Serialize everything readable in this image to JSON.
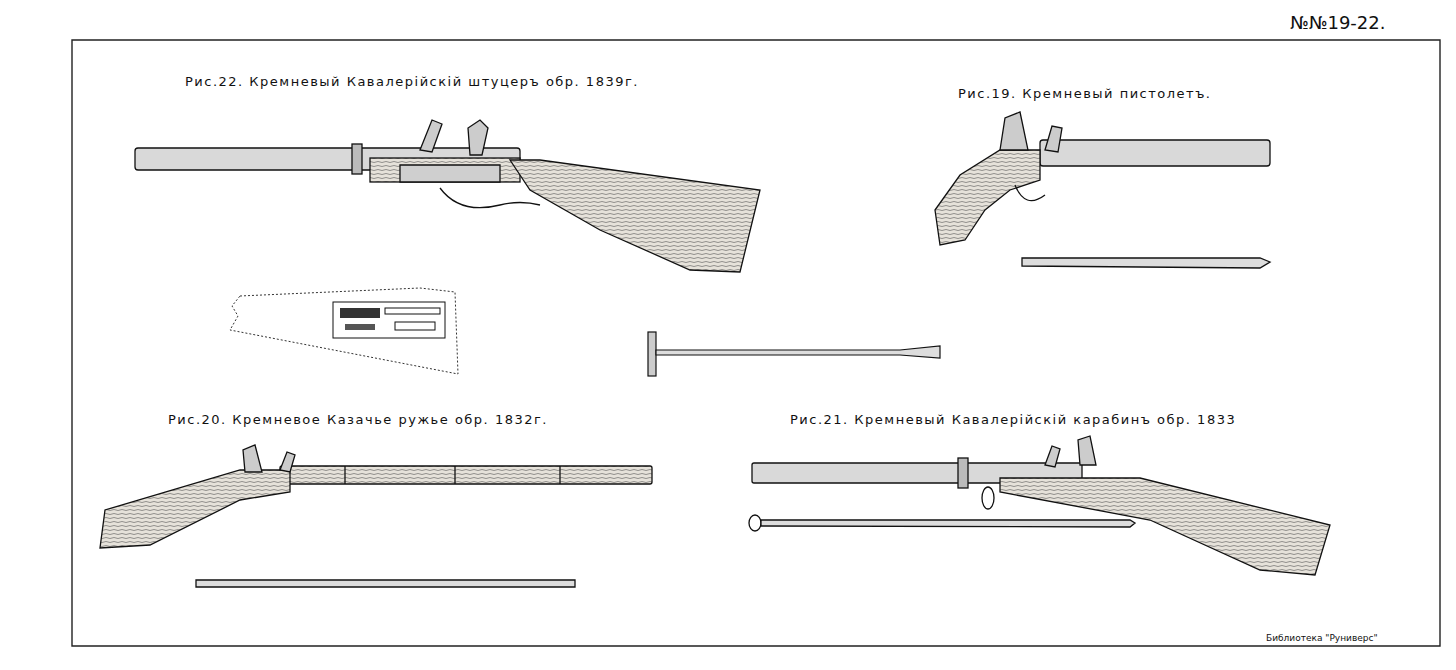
{
  "diagram": {
    "labels": [
      "№№19-22.",
      "Рис.22. Кремневый Кавалерiйскiй штуцеръ обр. 1839г.",
      "Рис.19. Кремневый пистолетъ.",
      "Рис.20. Кремневое Казачье ружье обр. 1832г.",
      "Рис.21. Кремневый Кавалерiйскiй карабинъ обр. 1833",
      "Библиотека \"Руниверс\""
    ]
  }
}
